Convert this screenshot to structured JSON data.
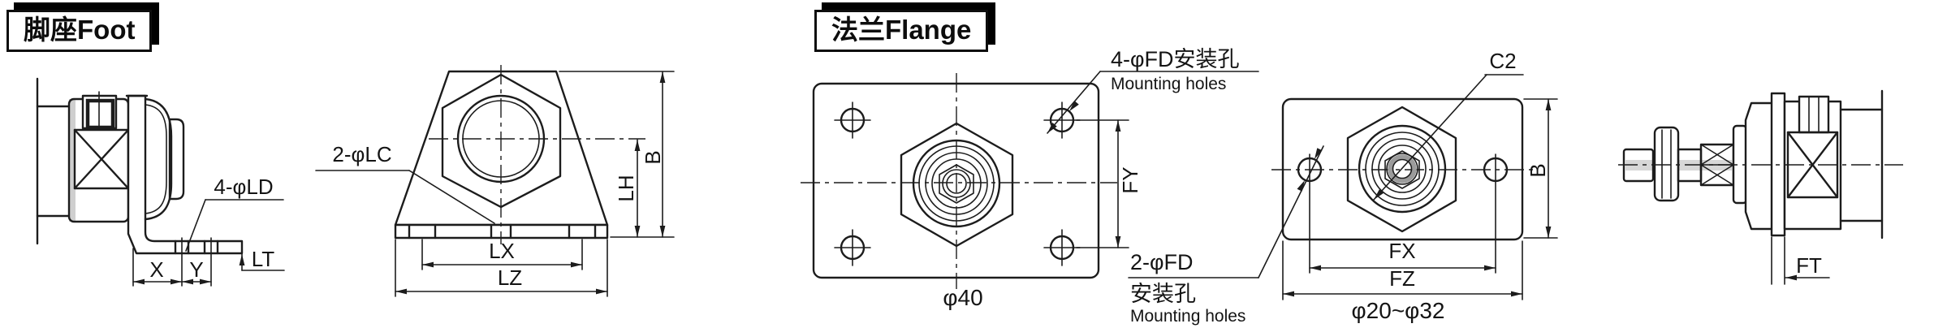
{
  "titles": {
    "foot": "脚座Foot",
    "flange": "法兰Flange"
  },
  "foot_side": {
    "hole_label": "4-φLD",
    "dim_x": "X",
    "dim_y": "Y",
    "dim_lt": "LT"
  },
  "foot_front": {
    "hole_label": "2-φLC",
    "dim_lx": "LX",
    "dim_lz": "LZ",
    "dim_lh": "LH",
    "dim_b": "B"
  },
  "flange_front": {
    "hole4_label_cn": "4-φFD安装孔",
    "hole4_label_en": "Mounting holes",
    "dim_fy": "FY",
    "dim_dia": "φ40",
    "hole2_label_cn1": "2-φFD",
    "hole2_label_cn2": "安装孔",
    "hole2_label_en": "Mounting holes"
  },
  "flange_side": {
    "chamfer_label": "C2",
    "dim_b": "B",
    "dim_fx": "FX",
    "dim_fz": "FZ",
    "bore_range": "φ20~φ32"
  },
  "flange_mounted": {
    "dim_ft": "FT"
  },
  "colors": {
    "line": "#1c1c1c",
    "background": "#ffffff",
    "shade_gray": "#cfcfcf"
  }
}
